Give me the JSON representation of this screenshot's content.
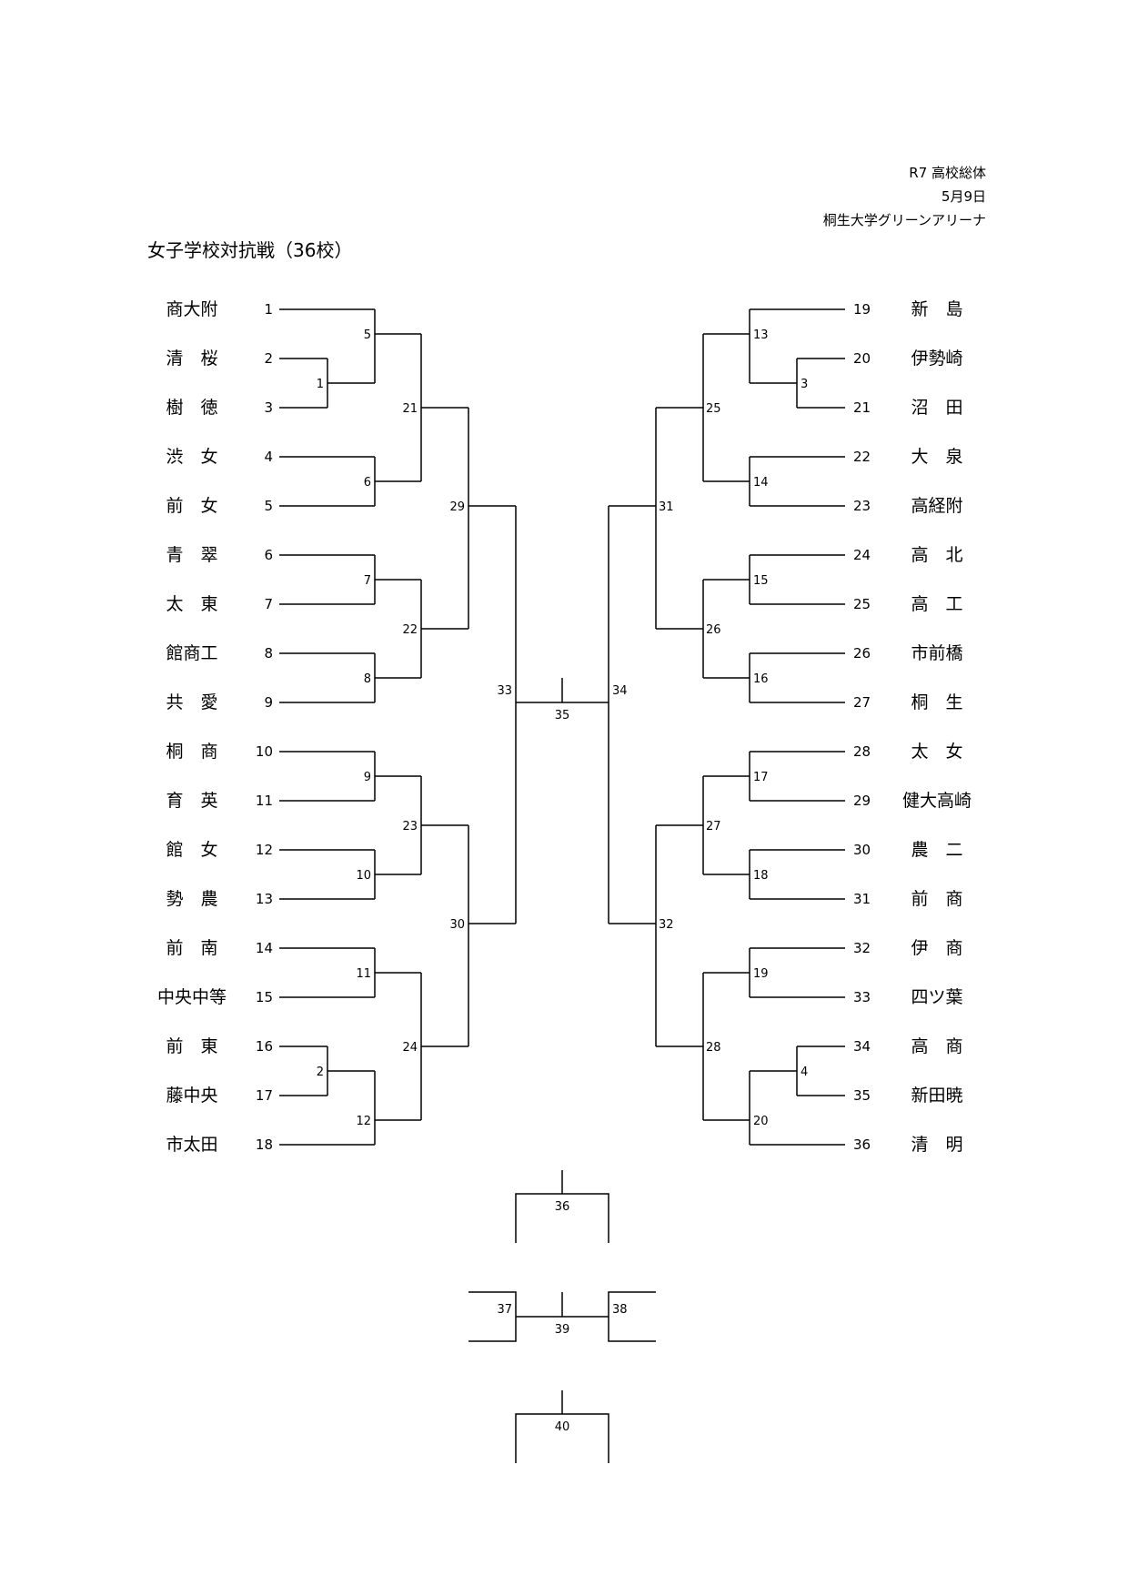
{
  "header": {
    "event": "R7 高校総体",
    "date": "5月9日",
    "venue": "桐生大学グリーンアリーナ"
  },
  "title": "女子学校対抗戦（36校）",
  "left_teams": [
    {
      "seed": "1",
      "name": "商大附"
    },
    {
      "seed": "2",
      "name": "清　桜"
    },
    {
      "seed": "3",
      "name": "樹　徳"
    },
    {
      "seed": "4",
      "name": "渋　女"
    },
    {
      "seed": "5",
      "name": "前　女"
    },
    {
      "seed": "6",
      "name": "青　翠"
    },
    {
      "seed": "7",
      "name": "太　東"
    },
    {
      "seed": "8",
      "name": "館商工"
    },
    {
      "seed": "9",
      "name": "共　愛"
    },
    {
      "seed": "10",
      "name": "桐　商"
    },
    {
      "seed": "11",
      "name": "育　英"
    },
    {
      "seed": "12",
      "name": "館　女"
    },
    {
      "seed": "13",
      "name": "勢　農"
    },
    {
      "seed": "14",
      "name": "前　南"
    },
    {
      "seed": "15",
      "name": "中央中等"
    },
    {
      "seed": "16",
      "name": "前　東"
    },
    {
      "seed": "17",
      "name": "藤中央"
    },
    {
      "seed": "18",
      "name": "市太田"
    }
  ],
  "right_teams": [
    {
      "seed": "19",
      "name": "新　島"
    },
    {
      "seed": "20",
      "name": "伊勢崎"
    },
    {
      "seed": "21",
      "name": "沼　田"
    },
    {
      "seed": "22",
      "name": "大　泉"
    },
    {
      "seed": "23",
      "name": "高経附"
    },
    {
      "seed": "24",
      "name": "高　北"
    },
    {
      "seed": "25",
      "name": "高　工"
    },
    {
      "seed": "26",
      "name": "市前橋"
    },
    {
      "seed": "27",
      "name": "桐　生"
    },
    {
      "seed": "28",
      "name": "太　女"
    },
    {
      "seed": "29",
      "name": "健大高崎"
    },
    {
      "seed": "30",
      "name": "農　二"
    },
    {
      "seed": "31",
      "name": "前　商"
    },
    {
      "seed": "32",
      "name": "伊　商"
    },
    {
      "seed": "33",
      "name": "四ツ葉"
    },
    {
      "seed": "34",
      "name": "高　商"
    },
    {
      "seed": "35",
      "name": "新田暁"
    },
    {
      "seed": "36",
      "name": "清　明"
    }
  ],
  "matches": {
    "m1": "1",
    "m2": "2",
    "m3": "3",
    "m4": "4",
    "m5": "5",
    "m6": "6",
    "m7": "7",
    "m8": "8",
    "m9": "9",
    "m10": "10",
    "m11": "11",
    "m12": "12",
    "m13": "13",
    "m14": "14",
    "m15": "15",
    "m16": "16",
    "m17": "17",
    "m18": "18",
    "m19": "19",
    "m20": "20",
    "m21": "21",
    "m22": "22",
    "m23": "23",
    "m24": "24",
    "m25": "25",
    "m26": "26",
    "m27": "27",
    "m28": "28",
    "m29": "29",
    "m30": "30",
    "m31": "31",
    "m32": "32",
    "m33": "33",
    "m34": "34",
    "m35": "35",
    "m36": "36",
    "m37": "37",
    "m38": "38",
    "m39": "39",
    "m40": "40"
  }
}
